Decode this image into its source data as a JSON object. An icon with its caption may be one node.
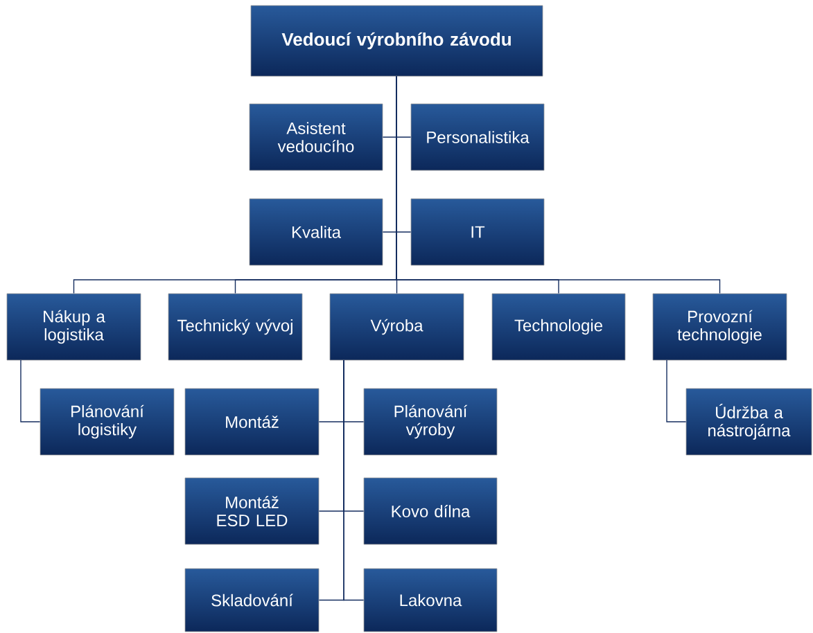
{
  "diagram": {
    "nodes": [
      {
        "text": [
          "Vedoucí výrobního závodu"
        ]
      },
      {
        "text": [
          "Asistent vedoucího"
        ]
      },
      {
        "text": [
          "Personalistika"
        ]
      },
      {
        "text": [
          "Kvalita"
        ]
      },
      {
        "text": [
          "IT"
        ]
      },
      {
        "text": [
          "Nákup a logistika"
        ]
      },
      {
        "text": [
          "Technický vývoj"
        ]
      },
      {
        "text": [
          "Výroba"
        ]
      },
      {
        "text": [
          "Technologie"
        ]
      },
      {
        "text": [
          "Provozní technologie"
        ]
      },
      {
        "text": [
          "Plánování logistiky"
        ]
      },
      {
        "text": [
          "Montáž"
        ]
      },
      {
        "text": [
          "Plánování výroby"
        ]
      },
      {
        "text": [
          "Montáž ESD LED"
        ]
      },
      {
        "text": [
          "Kovo dílna"
        ]
      },
      {
        "text": [
          "Skladování"
        ]
      },
      {
        "text": [
          "Lakovna"
        ]
      },
      {
        "text": [
          "Údržba a nástrojárna"
        ]
      }
    ],
    "edges": [
      {
        "from": 0,
        "to": 1,
        "arrow": "none"
      },
      {
        "from": 0,
        "to": 2,
        "arrow": "none"
      },
      {
        "from": 0,
        "to": 3,
        "arrow": "none"
      },
      {
        "from": 0,
        "to": 4,
        "arrow": "none"
      },
      {
        "from": 0,
        "to": 5,
        "arrow": "none"
      },
      {
        "from": 0,
        "to": 6,
        "arrow": "none"
      },
      {
        "from": 0,
        "to": 7,
        "arrow": "none"
      },
      {
        "from": 0,
        "to": 8,
        "arrow": "none"
      },
      {
        "from": 0,
        "to": 9,
        "arrow": "none"
      },
      {
        "from": 5,
        "to": 10,
        "arrow": "none"
      },
      {
        "from": 7,
        "to": 11,
        "arrow": "none"
      },
      {
        "from": 7,
        "to": 12,
        "arrow": "none"
      },
      {
        "from": 7,
        "to": 13,
        "arrow": "none"
      },
      {
        "from": 7,
        "to": 14,
        "arrow": "none"
      },
      {
        "from": 7,
        "to": 15,
        "arrow": "none"
      },
      {
        "from": 7,
        "to": 16,
        "arrow": "none"
      },
      {
        "from": 9,
        "to": 17,
        "arrow": "none"
      }
    ]
  }
}
